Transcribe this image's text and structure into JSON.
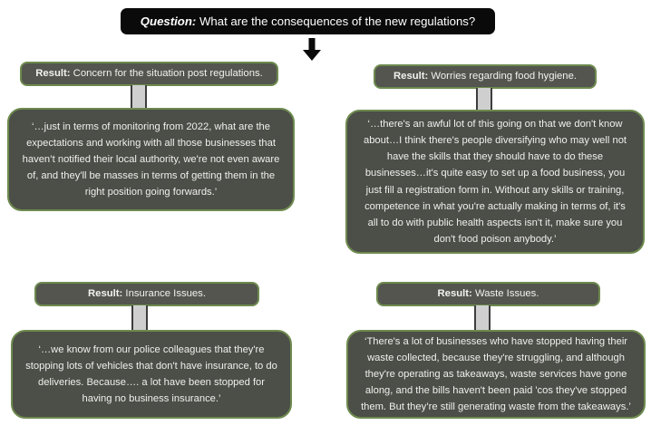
{
  "question": {
    "label": "Question:",
    "text": " What are the consequences of the new regulations?"
  },
  "arrow": {
    "icon": "arrow-down-icon"
  },
  "colors": {
    "question_bg": "#0a0a0a",
    "node_border_green": "#6d8a4e",
    "result_bg": "#53554e",
    "quote_bg": "#4c4e48",
    "stem_fill": "#cfcfcf",
    "stem_edge": "#3d3d3d",
    "text": "#f2f2f0",
    "page_bg": "#ffffff"
  },
  "nodes": [
    {
      "id": "node-1",
      "result_label": "Result:",
      "result_text": " Concern for the situation post regulations.",
      "quote": "‘…just in terms of monitoring from 2022, what are the expectations and working with all those businesses that haven’t notified their local authority, we're not even aware of, and they'll be masses in terms of getting them in the right position going forwards.’"
    },
    {
      "id": "node-2",
      "result_label": "Result:",
      "result_text": " Worries regarding food hygiene.",
      "quote": "‘…there's an awful lot of this going on that we don't know about…I think there's people diversifying who may well not have the skills that they should have to do these businesses…it's quite easy to set up a food business, you just fill a registration form in. Without any skills or training, competence in what you're actually making in terms of, it's all to do with public health aspects isn't it, make sure you don't food poison anybody.’"
    },
    {
      "id": "node-3",
      "result_label": "Result:",
      "result_text": " Insurance Issues.",
      "quote": "‘…we know from our police colleagues that they're stopping lots of vehicles that don't have insurance, to do deliveries. Because…. a lot have been stopped for having no business insurance.’"
    },
    {
      "id": "node-4",
      "result_label": "Result:",
      "result_text": " Waste Issues.",
      "quote": "‘There's a lot of businesses who have stopped having their waste collected, because they're struggling, and although they're operating as takeaways, waste services have gone along, and the bills haven't been paid 'cos they've stopped them. But they’re still generating waste from the takeaways.’"
    }
  ]
}
